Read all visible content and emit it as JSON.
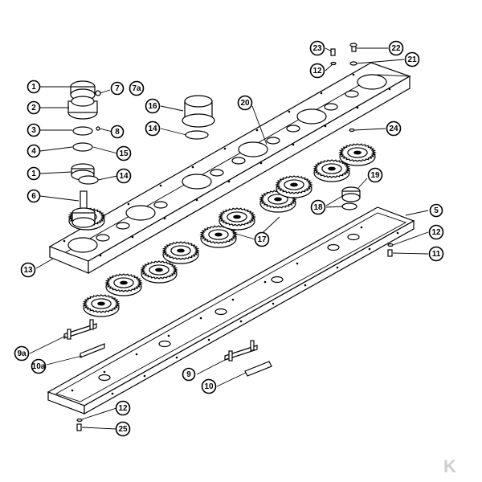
{
  "diagram": {
    "callouts": [
      "1",
      "7",
      "7a",
      "2",
      "3",
      "8",
      "4",
      "15",
      "1",
      "14",
      "6",
      "16",
      "14",
      "20",
      "23",
      "22",
      "12",
      "21",
      "24",
      "19",
      "18",
      "5",
      "12",
      "11",
      "17",
      "13",
      "9a",
      "10a",
      "9",
      "10",
      "12",
      "25"
    ],
    "watermark": "K"
  }
}
